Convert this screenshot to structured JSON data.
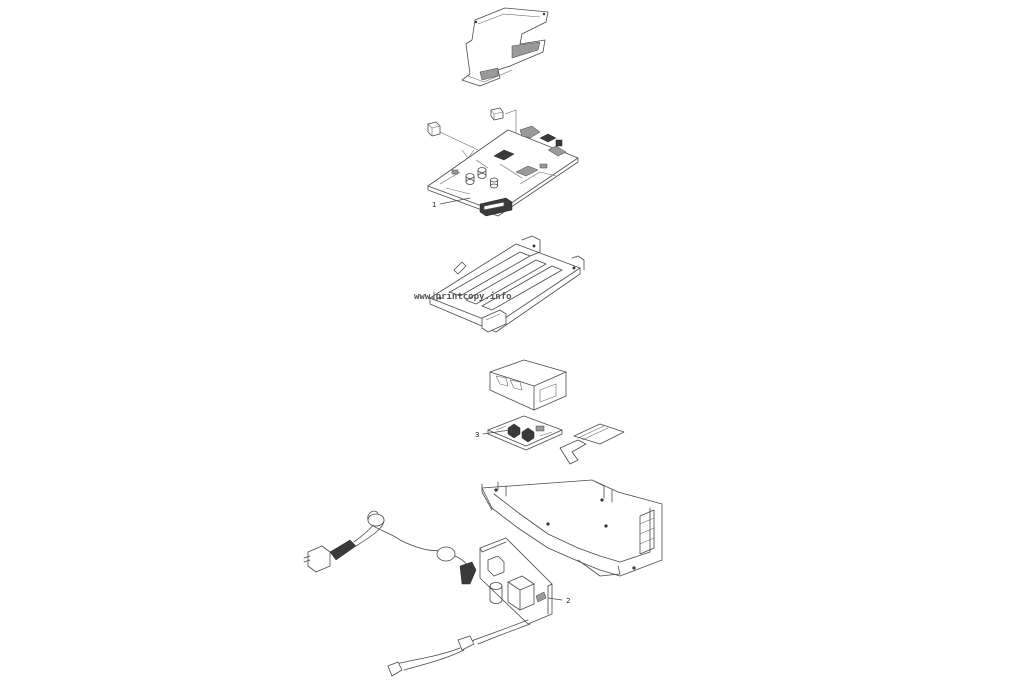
{
  "diagram": {
    "watermark": "www.printcopy.info",
    "callouts": [
      {
        "label": "1",
        "part": "main-board"
      },
      {
        "label": "2",
        "part": "power-supply-board"
      },
      {
        "label": "3",
        "part": "interface-board"
      }
    ]
  }
}
